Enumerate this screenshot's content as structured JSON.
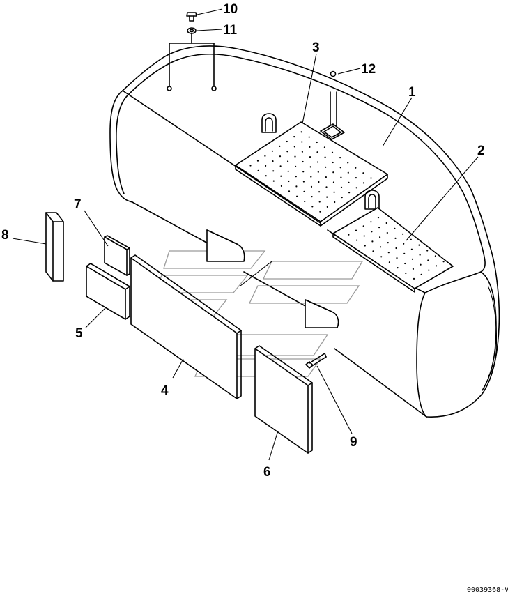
{
  "drawing": {
    "callouts": [
      {
        "id": "callout-1",
        "label": "1"
      },
      {
        "id": "callout-2",
        "label": "2"
      },
      {
        "id": "callout-3",
        "label": "3"
      },
      {
        "id": "callout-4",
        "label": "4"
      },
      {
        "id": "callout-5",
        "label": "5"
      },
      {
        "id": "callout-6",
        "label": "6"
      },
      {
        "id": "callout-7",
        "label": "7"
      },
      {
        "id": "callout-8",
        "label": "8"
      },
      {
        "id": "callout-9",
        "label": "9"
      },
      {
        "id": "callout-10",
        "label": "10"
      },
      {
        "id": "callout-11",
        "label": "11"
      },
      {
        "id": "callout-12",
        "label": "12"
      }
    ],
    "drawing_number": "00039368-V",
    "line_color": "#000000",
    "watermark_color": "#9a9a9a"
  }
}
